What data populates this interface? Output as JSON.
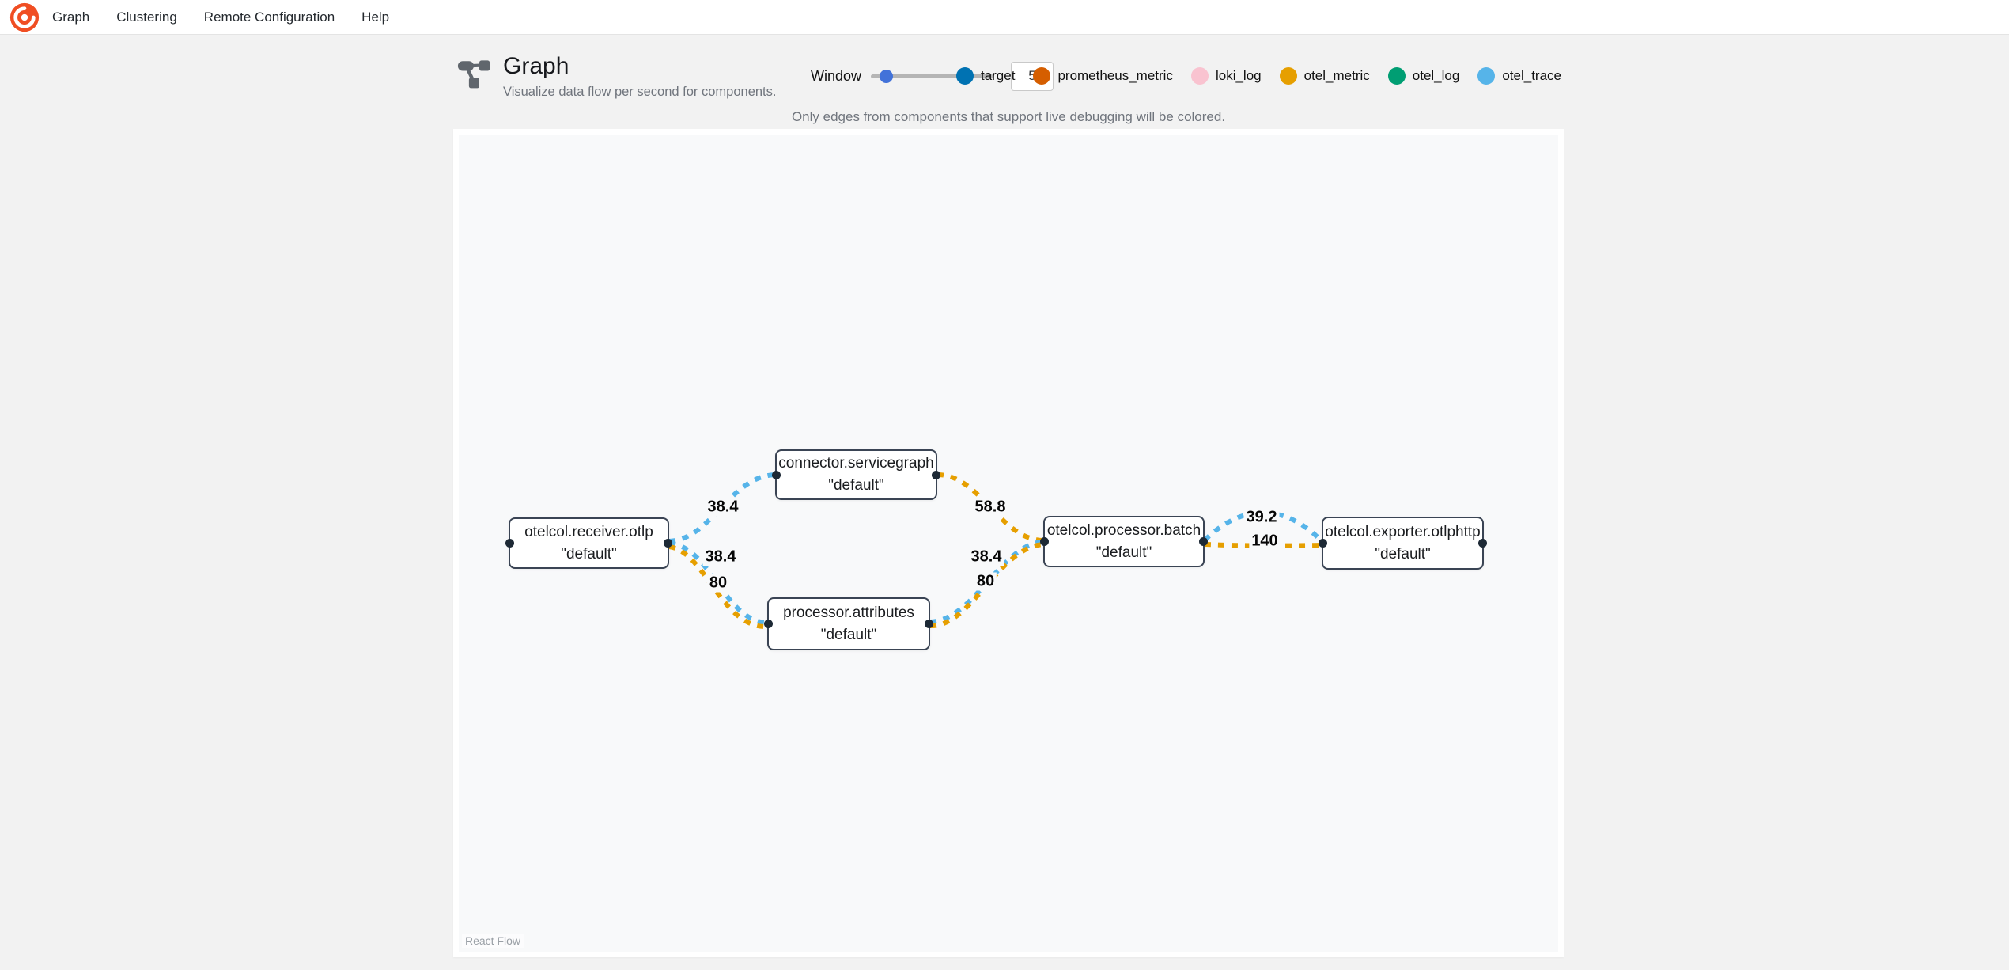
{
  "topbar": {
    "menu": [
      {
        "label": "Graph"
      },
      {
        "label": "Clustering"
      },
      {
        "label": "Remote Configuration"
      },
      {
        "label": "Help"
      }
    ]
  },
  "header": {
    "title": "Graph",
    "subtitle": "Visualize data flow per second for components.",
    "window_label": "Window",
    "window_value": "5"
  },
  "legend": [
    {
      "label": "target",
      "color": "#0072B2"
    },
    {
      "label": "prometheus_metric",
      "color": "#D55E00"
    },
    {
      "label": "loki_log",
      "color": "#F9C3D0"
    },
    {
      "label": "otel_metric",
      "color": "#E69F00"
    },
    {
      "label": "otel_log",
      "color": "#009E73"
    },
    {
      "label": "otel_trace",
      "color": "#56B4E9"
    }
  ],
  "note": "Only edges from components that support live debugging will be colored.",
  "graph": {
    "nodes": [
      {
        "id": "receiver",
        "line1": "otelcol.receiver.otlp",
        "line2": "\"default\""
      },
      {
        "id": "servicegraph",
        "line1": "connector.servicegraph",
        "line2": "\"default\""
      },
      {
        "id": "attributes",
        "line1": "processor.attributes",
        "line2": "\"default\""
      },
      {
        "id": "batch",
        "line1": "otelcol.processor.batch",
        "line2": "\"default\""
      },
      {
        "id": "exporter",
        "line1": "otelcol.exporter.otlphttp",
        "line2": "\"default\""
      }
    ],
    "edges": [
      {
        "from": "receiver",
        "to": "servicegraph",
        "type": "otel_trace",
        "rate": "38.4"
      },
      {
        "from": "receiver",
        "to": "attributes",
        "type": "otel_trace",
        "rate": "38.4"
      },
      {
        "from": "receiver",
        "to": "attributes",
        "type": "otel_metric",
        "rate": "80"
      },
      {
        "from": "servicegraph",
        "to": "batch",
        "type": "otel_metric",
        "rate": "58.8"
      },
      {
        "from": "attributes",
        "to": "batch",
        "type": "otel_trace",
        "rate": "38.4"
      },
      {
        "from": "attributes",
        "to": "batch",
        "type": "otel_metric",
        "rate": "80"
      },
      {
        "from": "batch",
        "to": "exporter",
        "type": "otel_trace",
        "rate": "39.2"
      },
      {
        "from": "batch",
        "to": "exporter",
        "type": "otel_metric",
        "rate": "140"
      }
    ]
  },
  "attribution": "React Flow",
  "colors": {
    "slider_accent": "#4272d9",
    "logo_orange": "#F04E23"
  }
}
